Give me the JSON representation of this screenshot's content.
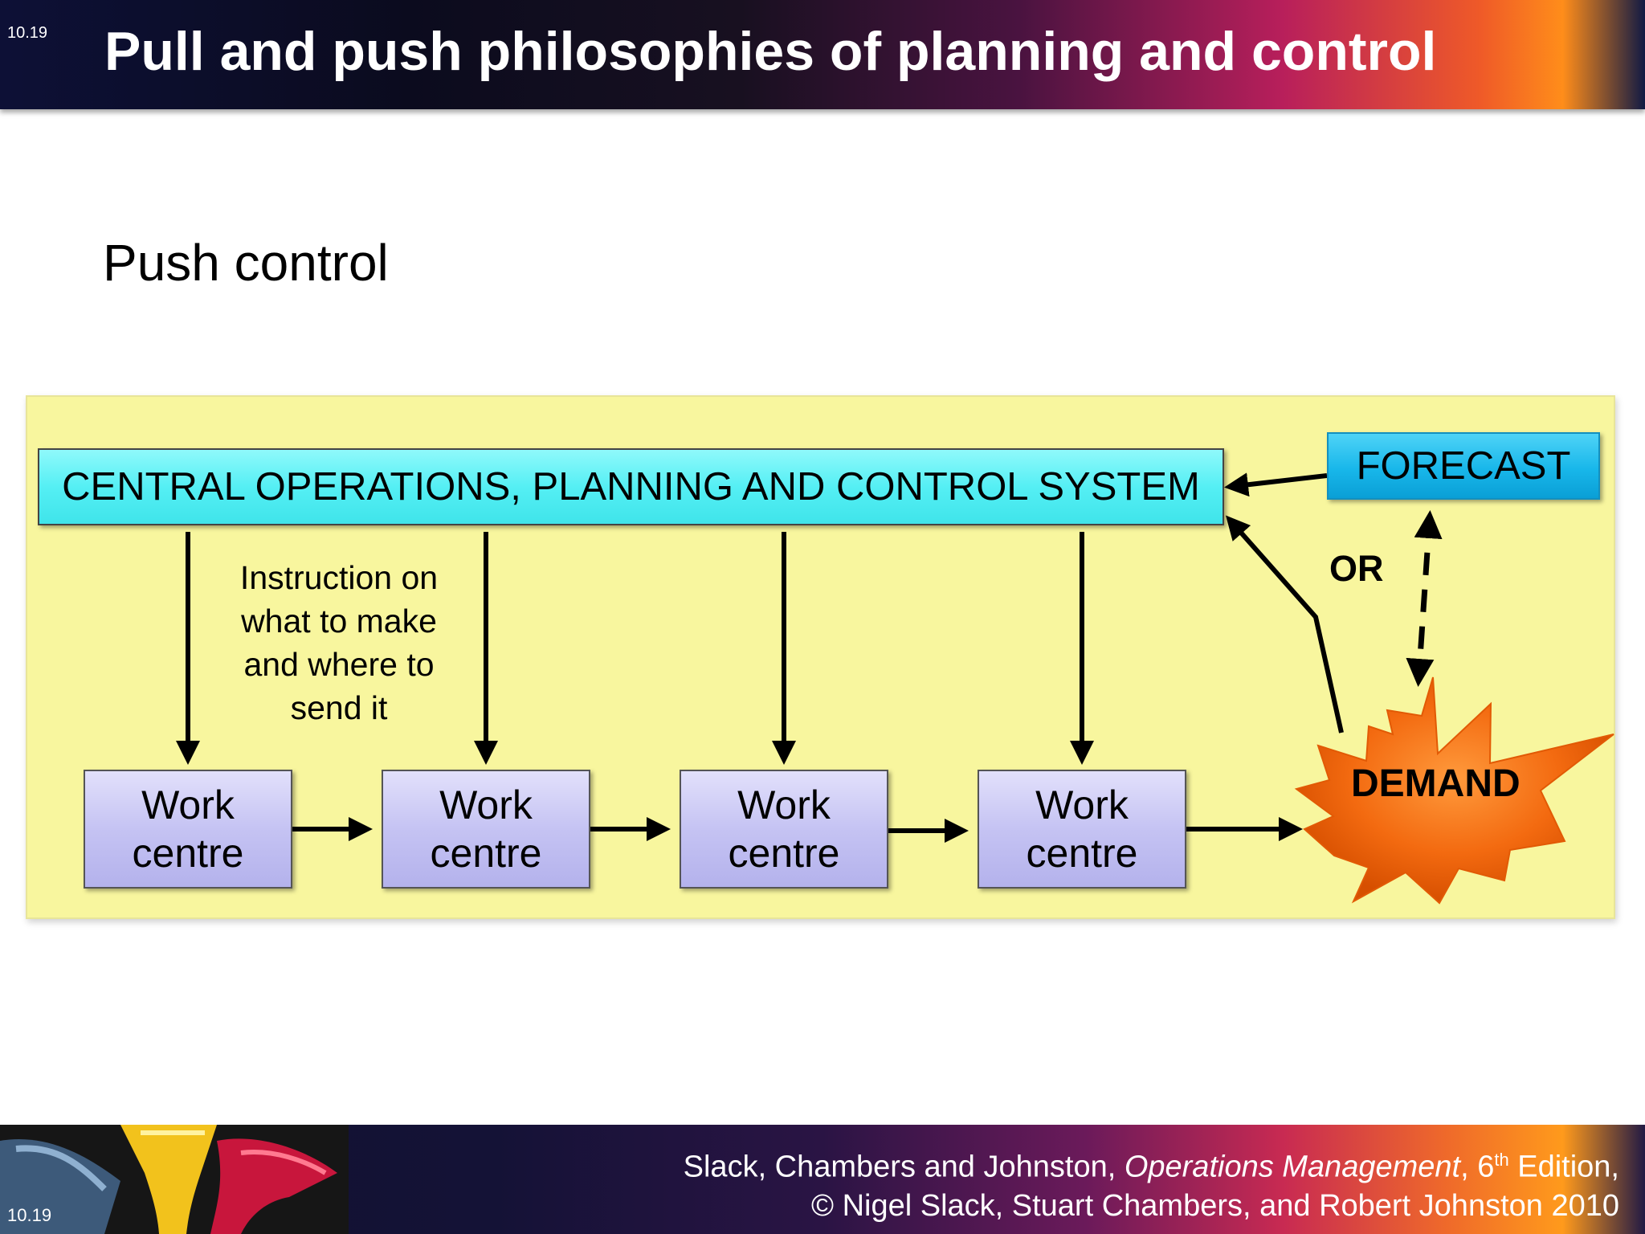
{
  "header": {
    "slide_number": "10.19",
    "title": "Pull and push philosophies of planning and control"
  },
  "subtitle": "Push control",
  "diagram": {
    "central_system": "CENTRAL OPERATIONS, PLANNING AND CONTROL SYSTEM",
    "forecast": "FORECAST",
    "instruction": [
      "Instruction on",
      "what to make",
      "and where to",
      "send it"
    ],
    "work_centres": [
      {
        "line1": "Work",
        "line2": "centre"
      },
      {
        "line1": "Work",
        "line2": "centre"
      },
      {
        "line1": "Work",
        "line2": "centre"
      },
      {
        "line1": "Work",
        "line2": "centre"
      }
    ],
    "or_label": "OR",
    "demand_label": "DEMAND",
    "colors": {
      "background": "#f8f69e",
      "central_box": "#55eff4",
      "forecast_box": "#18b7ea",
      "work_box": "#c5c3f3",
      "demand_burst": "#f36a10"
    }
  },
  "footer": {
    "slide_number": "10.19",
    "line1_prefix": "Slack, Chambers and Johnston, ",
    "line1_italic": "Operations Management",
    "line1_edition": ", 6",
    "line1_sup": "th",
    "line1_suffix": " Edition,",
    "line2": "© Nigel Slack, Stuart Chambers, and Robert Johnston 2010"
  }
}
